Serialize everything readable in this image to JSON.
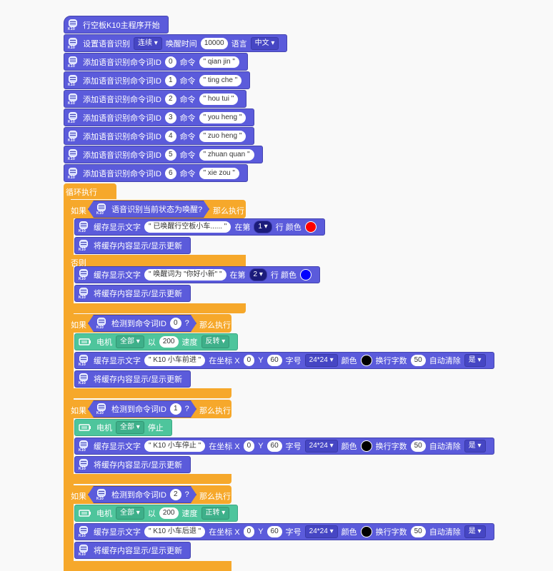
{
  "icon_label": "K10",
  "setup": [
    {
      "text": "行空板K10主程序开始"
    },
    {
      "parts": [
        "设置语音识别",
        "[连续]",
        "唤醒时间",
        "(10000)",
        "语言",
        "[中文]"
      ]
    }
  ],
  "setup_block": {
    "label": "设置语音识别",
    "mode": "连续",
    "wake_label": "唤醒时间",
    "wake_time": "10000",
    "lang_label": "语言",
    "lang": "中文"
  },
  "commands": [
    {
      "label": "添加语音识别命令词ID",
      "id": "0",
      "cmd_label": "命令",
      "cmd": "\" qian jin \""
    },
    {
      "label": "添加语音识别命令词ID",
      "id": "1",
      "cmd_label": "命令",
      "cmd": "\" ting che \""
    },
    {
      "label": "添加语音识别命令词ID",
      "id": "2",
      "cmd_label": "命令",
      "cmd": "\" hou tui \""
    },
    {
      "label": "添加语音识别命令词ID",
      "id": "3",
      "cmd_label": "命令",
      "cmd": "\" you heng \""
    },
    {
      "label": "添加语音识别命令词ID",
      "id": "4",
      "cmd_label": "命令",
      "cmd": "\" zuo heng \""
    },
    {
      "label": "添加语音识别命令词ID",
      "id": "5",
      "cmd_label": "命令",
      "cmd": "\" zhuan quan \""
    },
    {
      "label": "添加语音识别命令词ID",
      "id": "6",
      "cmd_label": "命令",
      "cmd": "\" xie zou \""
    }
  ],
  "loop_label": "循环执行",
  "if_label": "如果",
  "then_label": "那么执行",
  "else_label": "否则",
  "wake_cond": "语音识别当前状态为唤醒?",
  "cache_label": "缓存显示文字",
  "refresh_label": "将缓存内容显示/显示更新",
  "wake_branch": {
    "text": "\" 已唤醒行空板小车...... \"",
    "at": "在第",
    "row": "1",
    "row_label": "行 颜色",
    "color": "#ff0000"
  },
  "else_branch": {
    "text": "\" 唤醒词为 \"你好小新\" \"",
    "at": "在第",
    "row": "2",
    "row_label": "行 颜色",
    "color": "#0000ff"
  },
  "detect_label": "检测到命令词ID",
  "detect_q": "?",
  "motor_label": "电机",
  "motor_all": "全部",
  "motor_with": "以",
  "motor_speed_label": "速度",
  "motor_stop": "停止",
  "coord_label": "在坐标 X",
  "y_label": "Y",
  "font_label": "字号",
  "font_size": "24*24",
  "color_label": "颜色",
  "wrap_label": "换行字数",
  "wrap_count": "50",
  "auto_clear_label": "自动清除",
  "auto_clear": "是",
  "x_val": "0",
  "y_val": "60",
  "branches": [
    {
      "id": "0",
      "speed": "200",
      "dir": "反转",
      "text": "\"        K10 小车前进 \""
    },
    {
      "id": "1",
      "text": "\"        K10 小车停止 \""
    },
    {
      "id": "2",
      "speed": "200",
      "dir": "正转",
      "text": "\"        K10 小车后退 \""
    }
  ],
  "colors": {
    "block": "#5b5bdb",
    "control": "#f6a82b",
    "motor": "#4ec59c",
    "text_color_dot": "#000000"
  }
}
